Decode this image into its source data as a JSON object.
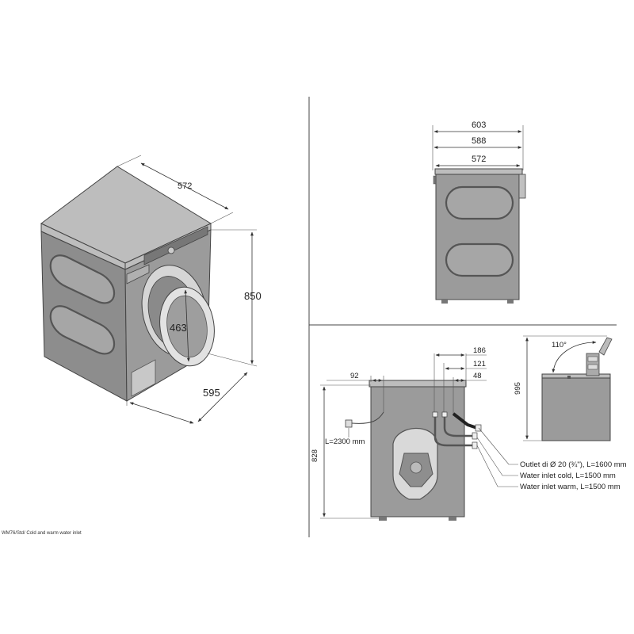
{
  "caption": "WM76/Std/ Cold and warm water inlet",
  "iso_view": {
    "width": "572",
    "height": "850",
    "depth": "595",
    "door_diameter": "463"
  },
  "top_view": {
    "dim_1": "603",
    "dim_2": "588",
    "dim_3": "572"
  },
  "rear_view": {
    "offset_left": "92",
    "offset_a": "186",
    "offset_b": "121",
    "offset_c": "48",
    "height": "828",
    "cable_length": "L=2300 mm",
    "label_outlet": "Outlet di Ø 20 (¾\"), L=1600 mm",
    "label_cold": "Water inlet cold, L=1500 mm",
    "label_warm": "Water inlet warm, L=1500 mm"
  },
  "lid_view": {
    "angle": "110°",
    "height": "995"
  },
  "colors": {
    "body": "#9b9b9b",
    "top": "#bdbdbd",
    "line": "#333333"
  }
}
